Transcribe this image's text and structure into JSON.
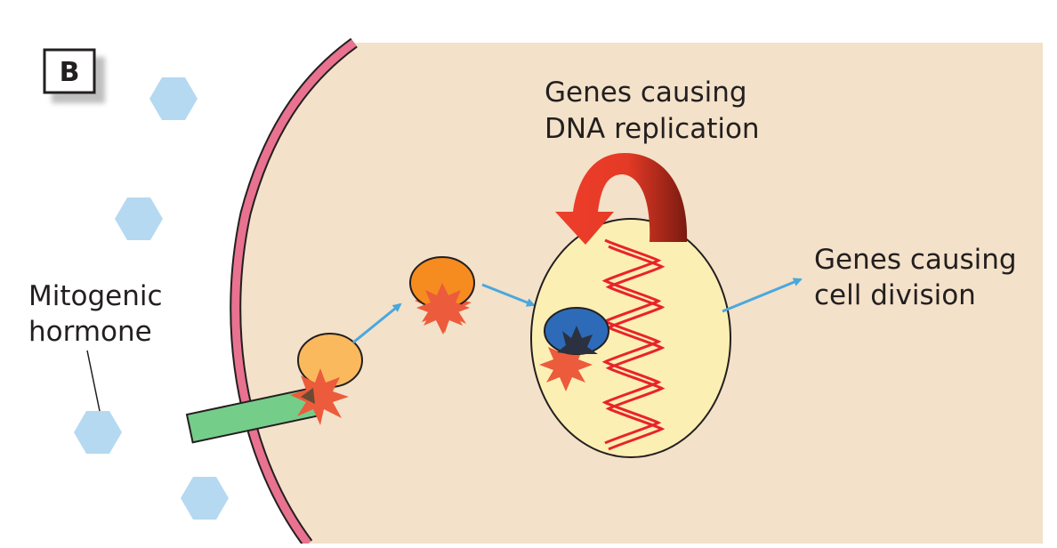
{
  "panel": {
    "letter": "B"
  },
  "labels": {
    "mitogenic_hormone": [
      "Mitogenic",
      "hormone"
    ],
    "dna_replication": [
      "Genes causing",
      "DNA replication"
    ],
    "cell_division": [
      "Genes causing",
      "cell division"
    ]
  },
  "colors": {
    "cytoplasm": "#f3e1c9",
    "membrane": "#e8728f",
    "nucleus": "#fcefb3",
    "dna": "#e8232b",
    "hormone": "#b5d9f1",
    "receptor": "#75cd8a",
    "kinase_1": "#fbb95e",
    "kinase_2": "#f68b1f",
    "transcription_factor": "#2d6bb8",
    "activation_burst": "#ec5b3b",
    "signal_arrow": "#4aa8dd",
    "feedback_arrow": "#ee3e2a"
  }
}
